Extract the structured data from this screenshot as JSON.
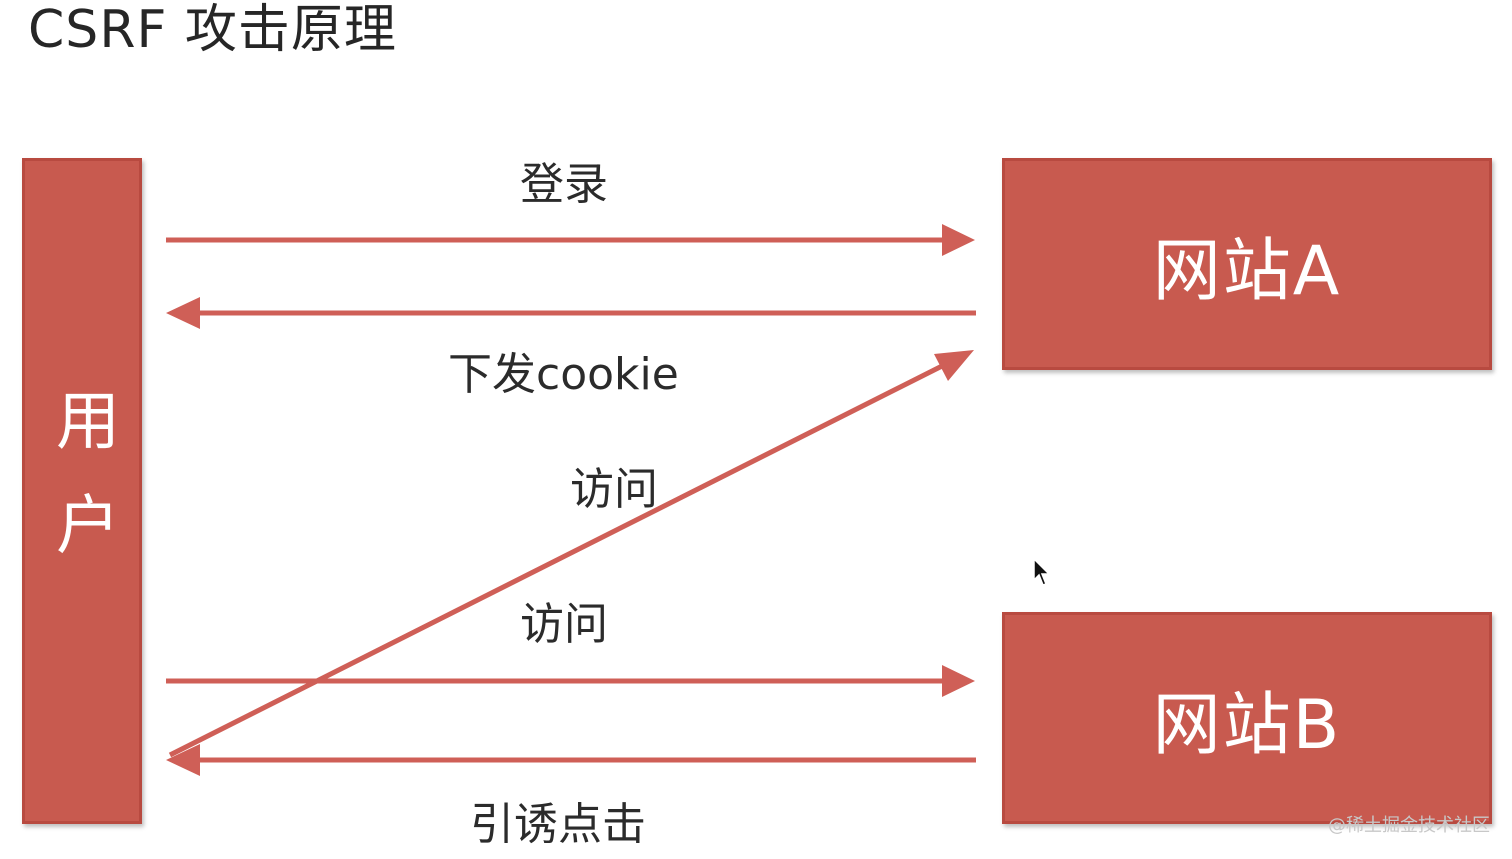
{
  "title": "CSRF  攻击原理",
  "nodes": {
    "user": "用户",
    "site_a": "网站A",
    "site_b": "网站B"
  },
  "edges": {
    "login": "登录",
    "issue_cookie": "下发cookie",
    "visit_a": "访问",
    "visit_b": "访问",
    "lure_click": "引诱点击"
  },
  "colors": {
    "box_fill": "#c85a4f",
    "arrow": "#cf5f57"
  },
  "watermark": "@稀土掘金技术社区"
}
